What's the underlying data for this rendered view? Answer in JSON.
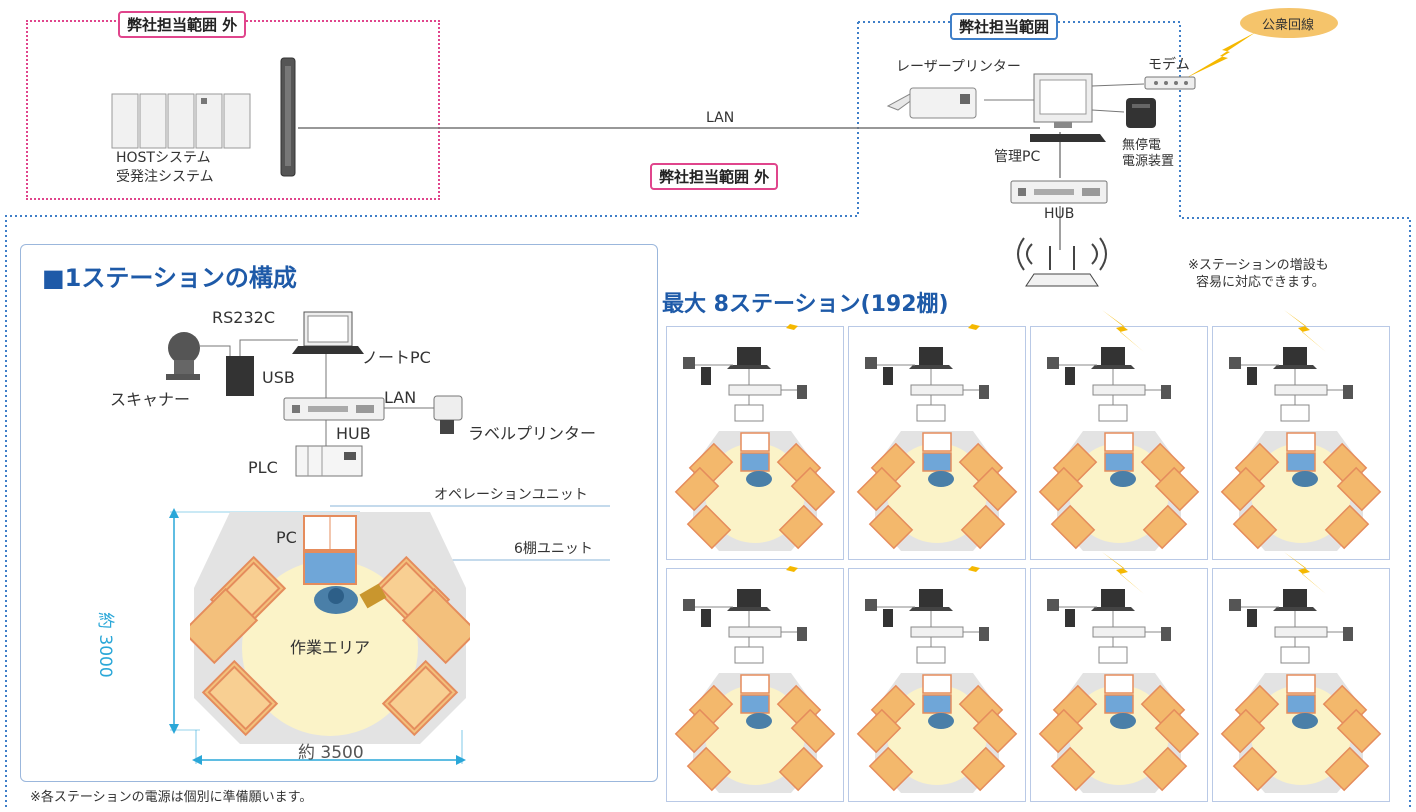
{
  "tags": {
    "out_left": "弊社担当範囲 外",
    "in_range": "弊社担当範囲",
    "out_mid": "弊社担当範囲 外",
    "public_line": "公衆回線"
  },
  "network": {
    "host_line1": "HOSTシステム",
    "host_line2": "受発注システム",
    "lan": "LAN",
    "laser_printer": "レーザープリンター",
    "modem": "モデム",
    "admin_pc": "管理PC",
    "ups_line1": "無停電",
    "ups_line2": "電源装置",
    "hub": "HUB"
  },
  "station": {
    "title": "■1ステーションの構成",
    "rs232c": "RS232C",
    "note_pc": "ノートPC",
    "usb": "USB",
    "scanner": "スキャナー",
    "lan": "LAN",
    "hub": "HUB",
    "label_printer": "ラベルプリンター",
    "plc": "PLC",
    "operation_unit": "オペレーションユニット",
    "pc": "PC",
    "shelf_unit": "6棚ユニット",
    "work_area": "作業エリア",
    "height": "約 3000",
    "width": "約 3500"
  },
  "max": {
    "title": "最大 8ステーション(192棚)",
    "note_line1": "※ステーションの増設も",
    "note_line2": "容易に対応できます。",
    "cells": 8
  },
  "footnote": "※各ステーションの電源は個別に準備願います。",
  "colors": {
    "pink": "#e0458c",
    "blue": "#3f7fc8",
    "orange": "#f3b86c",
    "work_area": "#fbf3c8",
    "cyan_dim": "#2aa7d8",
    "bolt": "#f5b800"
  }
}
